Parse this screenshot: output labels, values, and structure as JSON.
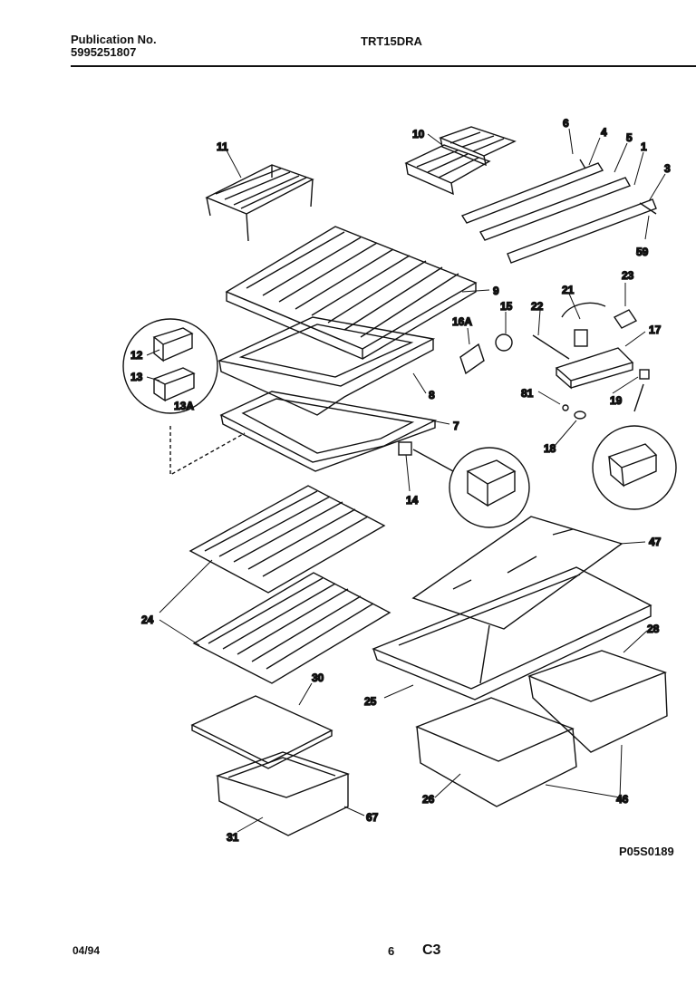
{
  "header": {
    "publication_label": "Publication No.",
    "publication_number": "5995251807",
    "model": "TRT15DRA"
  },
  "footer": {
    "date": "04/94",
    "page": "6",
    "section": "C3",
    "drawing_ref": "P05S0189"
  },
  "callouts": [
    "11",
    "10",
    "6",
    "4",
    "5",
    "1",
    "3",
    "59",
    "9",
    "23",
    "21",
    "22",
    "15",
    "16A",
    "17",
    "12",
    "13",
    "13A",
    "8",
    "7",
    "81",
    "19",
    "18",
    "14",
    "47",
    "24",
    "28",
    "30",
    "25",
    "26",
    "46",
    "31",
    "67"
  ]
}
